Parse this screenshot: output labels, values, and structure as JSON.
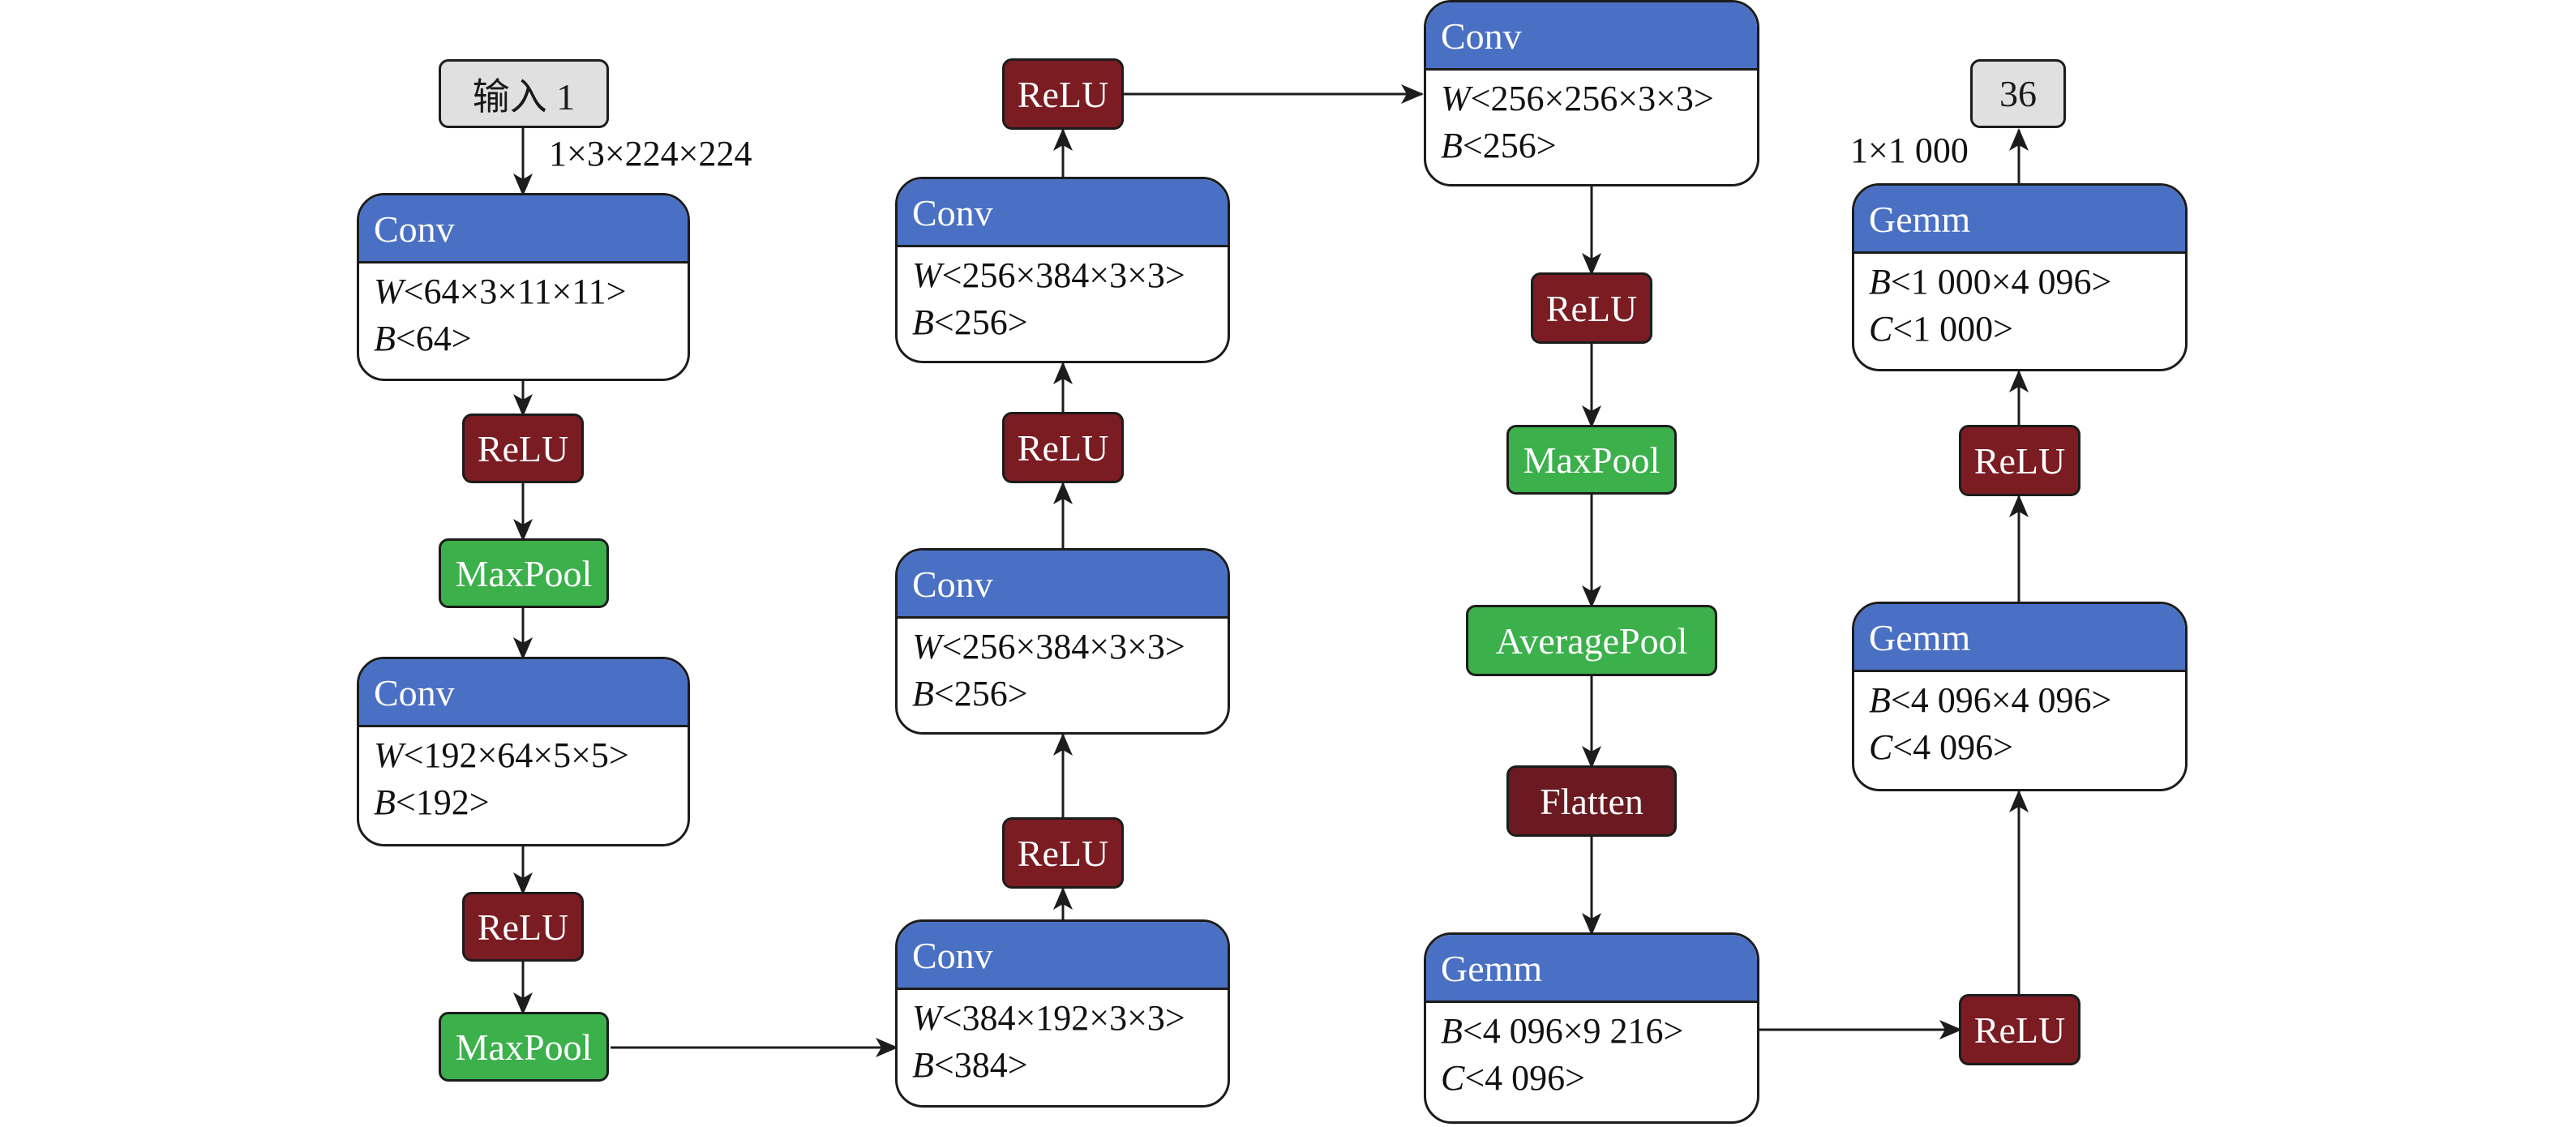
{
  "input_label": "输入 1",
  "input_shape": "1×3×224×224",
  "output_label": "36",
  "output_shape": "1×1 000",
  "colors": {
    "conv_header": "#4a70c4",
    "relu": "#7a1c22",
    "pool": "#3bb04b",
    "flatten": "#6a1a20",
    "io": "#e0e0e0"
  },
  "conv1": {
    "title": "Conv",
    "p1_name": "W",
    "p1_dims": "<64×3×11×11>",
    "p2_name": "B",
    "p2_dims": "<64>"
  },
  "conv2": {
    "title": "Conv",
    "p1_name": "W",
    "p1_dims": "<192×64×5×5>",
    "p2_name": "B",
    "p2_dims": "<192>"
  },
  "conv3": {
    "title": "Conv",
    "p1_name": "W",
    "p1_dims": "<384×192×3×3>",
    "p2_name": "B",
    "p2_dims": "<384>"
  },
  "conv4": {
    "title": "Conv",
    "p1_name": "W",
    "p1_dims": "<256×384×3×3>",
    "p2_name": "B",
    "p2_dims": "<256>"
  },
  "conv5": {
    "title": "Conv",
    "p1_name": "W",
    "p1_dims": "<256×384×3×3>",
    "p2_name": "B",
    "p2_dims": "<256>"
  },
  "conv6": {
    "title": "Conv",
    "p1_name": "W",
    "p1_dims": "<256×256×3×3>",
    "p2_name": "B",
    "p2_dims": "<256>"
  },
  "gemm1": {
    "title": "Gemm",
    "p1_name": "B",
    "p1_dims": "<4 096×9 216>",
    "p2_name": "C",
    "p2_dims": "<4 096>"
  },
  "gemm2": {
    "title": "Gemm",
    "p1_name": "B",
    "p1_dims": "<4 096×4 096>",
    "p2_name": "C",
    "p2_dims": "<4 096>"
  },
  "gemm3": {
    "title": "Gemm",
    "p1_name": "B",
    "p1_dims": "<1 000×4 096>",
    "p2_name": "C",
    "p2_dims": "<1 000>"
  },
  "relu_label": "ReLU",
  "maxpool_label": "MaxPool",
  "averagepool_label": "AveragePool",
  "flatten_label": "Flatten"
}
